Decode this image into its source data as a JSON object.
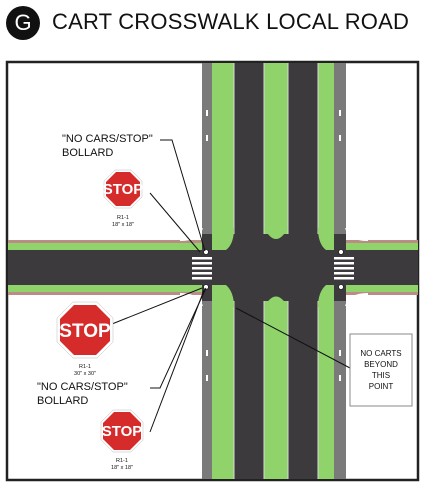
{
  "header": {
    "badge": "G",
    "title": "CART CROSSWALK LOCAL ROAD"
  },
  "callouts": {
    "bollard_top_line1": "\"NO CARS/STOP\"",
    "bollard_top_line2": "BOLLARD",
    "bollard_bottom_line1": "\"NO CARS/STOP\"",
    "bollard_bottom_line2": "BOLLARD"
  },
  "signs": [
    {
      "text": "STOP",
      "code": "R1-1",
      "size": "18\" x 18\""
    },
    {
      "text": "STOP",
      "code": "R1-1",
      "size": "30\" x 30\""
    },
    {
      "text": "STOP",
      "code": "R1-1",
      "size": "18\" x 18\""
    }
  ],
  "notice": {
    "line1": "NO CARTS",
    "line2": "BEYOND",
    "line3": "THIS",
    "line4": "POINT"
  },
  "colors": {
    "asphalt": "#3c3a3d",
    "grass": "#8fd36a",
    "curb": "#b98c86",
    "stop_red": "#d52b2b",
    "frame": "#222222"
  }
}
